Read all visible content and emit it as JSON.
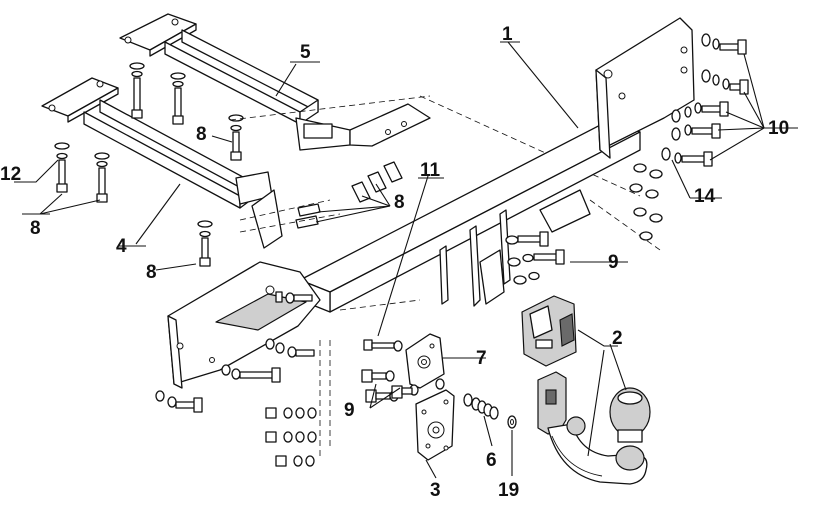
{
  "callouts": {
    "c1": "1",
    "c2": "2",
    "c3": "3",
    "c4": "4",
    "c5": "5",
    "c6": "6",
    "c7": "7",
    "c8a": "8",
    "c8b": "8",
    "c8c": "8",
    "c8d": "8",
    "c9a": "9",
    "c9b": "9",
    "c10": "10",
    "c11": "11",
    "c12": "12",
    "c14": "14",
    "c19": "19"
  }
}
